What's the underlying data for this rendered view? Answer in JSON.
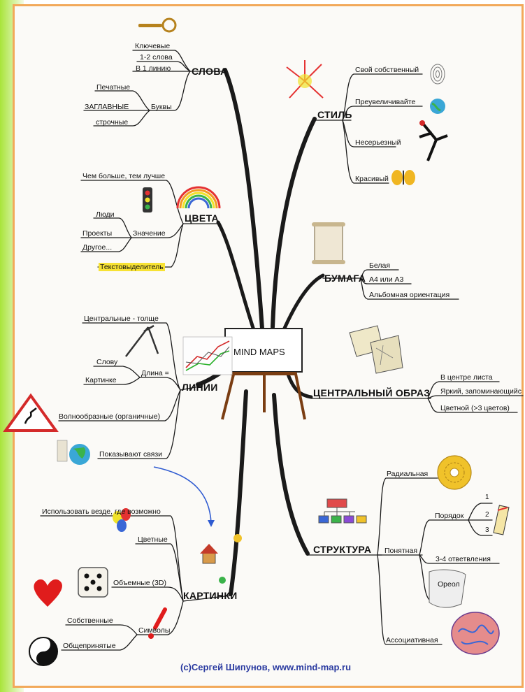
{
  "center": {
    "label": "MIND MAPS"
  },
  "branches": {
    "slova": {
      "title": "СЛОВА",
      "items": [
        "Ключевые",
        "1-2 слова",
        "В 1 линию"
      ],
      "bukvy": {
        "label": "Буквы",
        "items": [
          "Печатные",
          "ЗАГЛАВНЫЕ",
          "строчные"
        ]
      }
    },
    "tsveta": {
      "title": "ЦВЕТА",
      "item_more": "Чем больше, тем лучше",
      "znachenie": {
        "label": "Значение",
        "items": [
          "Люди",
          "Проекты",
          "Другое..."
        ]
      },
      "highlighter": "Текстовыделитель"
    },
    "linii": {
      "title": "ЛИНИИ",
      "central": "Центральные - толще",
      "dlina": {
        "label": "Длина =",
        "items": [
          "Слову",
          "Картинке"
        ]
      },
      "organic": "Волнообразные (органичные)",
      "links": "Показывают связи"
    },
    "kartinki": {
      "title": "КАРТИНКИ",
      "everywhere": "Использовать везде, где возможно",
      "color": "Цветные",
      "three_d": "Объемные (3D)",
      "symbols": {
        "label": "Символы",
        "items": [
          "Собственные",
          "Общепринятые"
        ]
      }
    },
    "stil": {
      "title": "СТИЛЬ",
      "items": [
        "Свой собственный",
        "Преувеличивайте",
        "Несерьезный",
        "Красивый"
      ]
    },
    "bumaga": {
      "title": "БУМАГА",
      "items": [
        "Белая",
        "А4 или А3",
        "Альбомная ориентация"
      ]
    },
    "obraz": {
      "title": "ЦЕНТРАЛЬНЫЙ ОБРАЗ",
      "items": [
        "В центре листа",
        "Яркий, запоминающийс",
        "Цветной (>3 цветов)"
      ]
    },
    "struktura": {
      "title": "СТРУКТУРА",
      "radial": "Радиальная",
      "clear": {
        "label": "Понятная",
        "order": "Порядок",
        "numbers": [
          "1",
          "2",
          "3"
        ],
        "branches": "3-4 ответвления",
        "halo": "Ореол"
      },
      "assoc": "Ассоциативная"
    }
  },
  "footer": "(с)Сергей Шипунов, www.mind-map.ru",
  "colors": {
    "frame": "#f2a95a",
    "left_edge": "#b9e64a",
    "arrow": "#2f5bd1",
    "highlight": "#f7e234",
    "footer": "#2a3aa0"
  }
}
